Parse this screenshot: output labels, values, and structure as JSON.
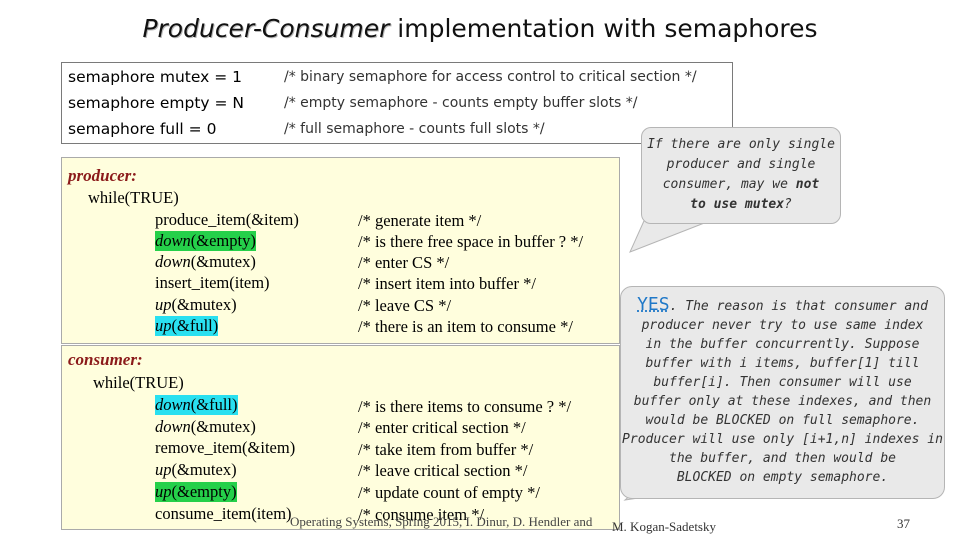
{
  "title": {
    "em": "Producer-Consumer",
    "rest": " implementation with semaphores"
  },
  "declarations": [
    {
      "code": "semaphore mutex = 1",
      "comment": "/* binary semaphore for access control to critical section */"
    },
    {
      "code": "semaphore empty = N",
      "comment": "/* empty semaphore - counts empty buffer slots */"
    },
    {
      "code": "semaphore full = 0",
      "comment": "/* full semaphore - counts full slots */"
    }
  ],
  "producer": {
    "label": "producer:",
    "loop": "while(TRUE)",
    "lines": [
      {
        "pre": "produce_item(&item)",
        "comment": "/* generate item */"
      },
      {
        "op": "down",
        "arg": "(&empty)",
        "comment": "/* is there free space in buffer ? */"
      },
      {
        "op": "down",
        "arg": "(&mutex)",
        "comment": "/* enter CS */"
      },
      {
        "pre": "insert_item(item)",
        "comment": "/* insert item into buffer */"
      },
      {
        "op": "up",
        "arg": "(&mutex)",
        "comment": "/* leave CS */"
      },
      {
        "op": "up",
        "arg": "(&full)",
        "comment": "/* there is an item to consume */"
      }
    ]
  },
  "consumer": {
    "label": "consumer:",
    "loop": "while(TRUE)",
    "lines": [
      {
        "op": "down",
        "arg": "(&full)",
        "comment": "/* is there items to consume ? */"
      },
      {
        "op": "down",
        "arg": "(&mutex)",
        "comment": "/* enter critical section */"
      },
      {
        "pre": "remove_item(&item)",
        "comment": "/* take item from buffer */"
      },
      {
        "op": "up",
        "arg": "(&mutex)",
        "comment": "/* leave critical section */"
      },
      {
        "op": "up",
        "arg": "(&empty)",
        "comment": "/* update count of empty */"
      },
      {
        "pre": "consume_item(item)",
        "comment": "/* consume item */"
      }
    ]
  },
  "bubble_question": {
    "l1": "If there are only single",
    "l2": "producer and single",
    "l3a": "consumer, may we ",
    "l3b": "not",
    "l4a": "to use mutex",
    "l4b": "?"
  },
  "bubble_answer": {
    "yes": "YES",
    "l1": ". The reason is that consumer and",
    "lines": [
      "producer never try to use same index",
      "in the buffer concurrently. Suppose",
      "buffer with i items, buffer[1] till",
      "buffer[i]. Then consumer will use",
      "buffer only at these indexes, and then",
      "would be BLOCKED on full semaphore.",
      "Producer will use only [i+1,n] indexes in",
      "the buffer, and then would be",
      "BLOCKED on empty semaphore."
    ]
  },
  "footer": {
    "left": "Operating Systems, Spring 2015, I. Dinur, D. Hendler and",
    "right": "M. Kogan-Sadetsky",
    "page": "37"
  },
  "colors": {
    "green_highlight": "#25d04a",
    "cyan_highlight": "#29e0f0",
    "code_bg": "#fffedd",
    "bubble_bg": "#e9e9e9",
    "keyword": "#8b1a1a"
  }
}
